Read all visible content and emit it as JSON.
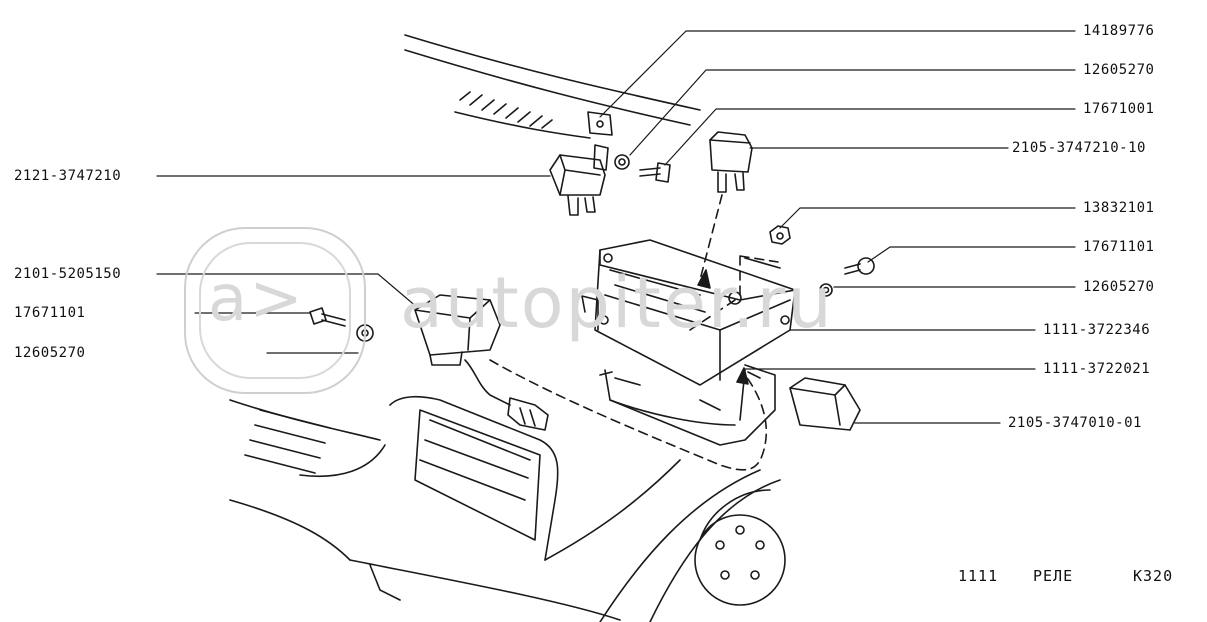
{
  "labels_right": [
    "14189776",
    "12605270",
    "17671001",
    "2105-3747210-10",
    "13832101",
    "17671101",
    "12605270",
    "1111-3722346",
    "1111-3722021",
    "2105-3747010-01"
  ],
  "labels_left": [
    "2121-3747210",
    "2101-5205150",
    "17671101",
    "12605270"
  ],
  "footer": {
    "model": "1111",
    "title": "РЕЛЕ",
    "code": "K320"
  },
  "watermark": {
    "text": "autopiter.ru",
    "logo": "a>"
  }
}
